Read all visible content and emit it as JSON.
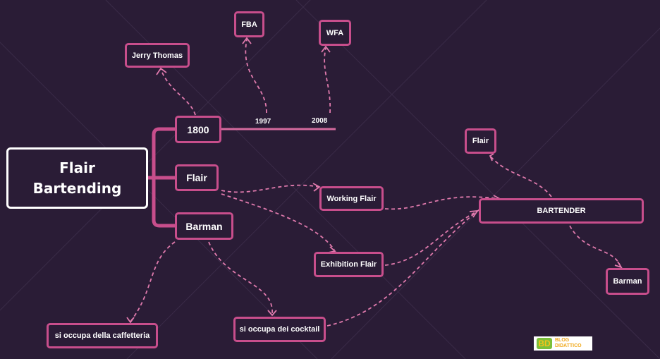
{
  "root": {
    "line1": "Flair",
    "line2": "Bartending"
  },
  "nodes": {
    "n1800": "1800",
    "flair": "Flair",
    "barman": "Barman",
    "jerry_thomas": "Jerry Thomas",
    "fba": "FBA",
    "wfa": "WFA",
    "working_flair": "Working Flair",
    "exhibition_flair": "Exhibition Flair",
    "caffetteria": "si occupa della caffetteria",
    "cocktail": "si occupa dei cocktail",
    "bartender": "BARTENDER",
    "flair_right": "Flair",
    "barman_right": "Barman"
  },
  "timeline": {
    "y1997": "1997",
    "y2008": "2008"
  },
  "logo": {
    "mark": "BD",
    "line1": "BLOG",
    "line2": "DIDATTICO"
  },
  "colors": {
    "background": "#2a1c36",
    "accent": "#c84e8c",
    "connector": "#e07aad",
    "root_border": "#ffffff"
  }
}
